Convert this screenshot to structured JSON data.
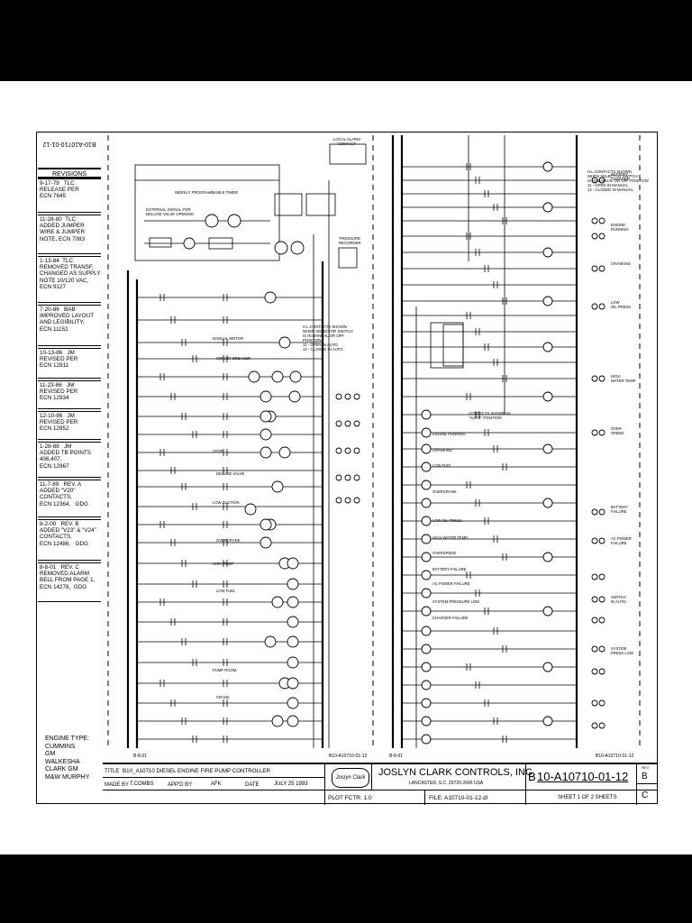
{
  "doc_number_rotated": "B10-A10710-01-12",
  "revisions_label": "REVISIONS",
  "revisions": [
    "9-17-79   TLC\nRELEASE PER\nECN 7645",
    "11-28-80  TLC\nADDED JUMPER\nWIRE & JUMPER\nNOTE, ECN 7083",
    "1-13-84  TLC\nREMOVED TRANSF,\nCHANGED AS SUPPLY\nNOTE 10/120 VAC,\nECN 9127",
    "7-20-86   BAB\nIMPROVED LAYOUT\nAND LEGIBILITY,\nECN 11152",
    "10-13-86   JM\nREVISED PER\nECN 12911",
    "11-23-86   JM\nREVISED PER\nECN 12934",
    "12-10-86   JM\nREVISED PER\nECN 12952",
    "1-28-88   JM\nADDED TB POINTS\n406,407,\nECN 12967",
    "11-7-89   REV. A\nADDED \"V20\"\nCONTACTS,\nECN 12364,   GDG",
    "8-2-00   REV. B\nADDED \"V23\" & \"V24\"\nCONTACTS,\nECN 12486,   GDG",
    "8-8-01   REV. C\nREMOVED ALARM\nBELL FROM PAGE 1,\nECN 14278,  GDG"
  ],
  "engine_type": {
    "label": "ENGINE TYPE:",
    "items": [
      "CUMMINS",
      "GM",
      "WALKESHA",
      "CLARK GM",
      "M&W MURPHY"
    ]
  },
  "title_block": {
    "title_label": "TITLE",
    "title_value": "B10_A10710 DIESEL ENGINE FIRE PUMP CONTROLLER",
    "made_by_label": "MADE BY",
    "made_by_value": "T.COMBS",
    "appd_by_label": "APP'D BY",
    "appd_by_value": "AFK",
    "date_label": "DATE",
    "date_value": "JULY 25 1993",
    "logo_text": "Joslyn Clark",
    "company": "JOSLYN CLARK CONTROLS, INC.",
    "address": "LANCASTER, S.C. 29720-2645 USA",
    "plot_label": "PLOT FCTR: 1:0",
    "file_label": "FILE: A10710-01-12.dl",
    "drawing_prefix": "B",
    "drawing_number": "10-A10710-01-12",
    "sheet": "SHEET 1 OF 2 SHEETS",
    "rev_label": "REV.",
    "rev_values": [
      "B",
      "C"
    ]
  },
  "diagram_labels": {
    "lower_left_ref": "B10-A10710-01-12",
    "right_ref": "B10-A10710-01-12",
    "ref_a": "B-8-01",
    "ref_b": "B-8-01",
    "right_top_note": "H.L.CONTACTS SHOWN\nWHEN SELECTOR SWITCH\nIS IN MANUAL OR OFF POSITION\n11 - OPEN IN MANUAL\n12 - CLOSED IN MANUAL",
    "left_mid_note": "H.L.CONTACTS SHOWN\nWHEN SELECTOR SWITCH\nIS IN MANUAL OR OFF\nPOSITION\n11 - OPEN IN AUTO\n12 - CLOSED IN AUTO",
    "pressure_recorder": "PRESSURE\nRECORDER",
    "battery_charger": "BATTERY\nCHARGER",
    "center_note": "CONTACTS SHOWN IN\n\"AUTO\" POSITION",
    "panel_top": "WEEKLY PROGRAMMABLE TIMER",
    "panel_row": "EXTERNAL SIGNAL FOR\nDELUGE VALVE OPENING",
    "alarm_labels": [
      "ENGINE RUNNING",
      "CRANKING",
      "LOW FUEL",
      "OVERCRANK",
      "LOW OIL PRESS.",
      "HIGH WATER TEMP.",
      "OVERSPEED",
      "BATTERY FAILURE",
      "AC POWER FAILURE",
      "SYSTEM PRESSURE LOW",
      "CHARGER FAILURE"
    ],
    "right_labels": [
      "BATTERY\nCHARGER",
      "ENGINE\nRUNNING",
      "CRANKING",
      "LOW\nOIL PRESS.",
      "HIGH\nWATER TEMP",
      "OVER\nSPEED",
      "BATTERY\nFAILURE",
      "AC POWER\nFAILURE",
      "SWITCH\nIN AUTO",
      "SYSTEM\nPRESS LOW"
    ],
    "left_rung_labels": [
      "MANUAL MOTOR",
      "CIRCUIT BREAKER",
      "STOP",
      "DELUGE VALVE",
      "LOW SUCTION",
      "OVERCRANK",
      "HIGH TEMP",
      "LOW FUEL",
      "PUMP ROOM",
      "CRANK"
    ],
    "top_box": "LOCAL ALARM\nCONTACT"
  }
}
